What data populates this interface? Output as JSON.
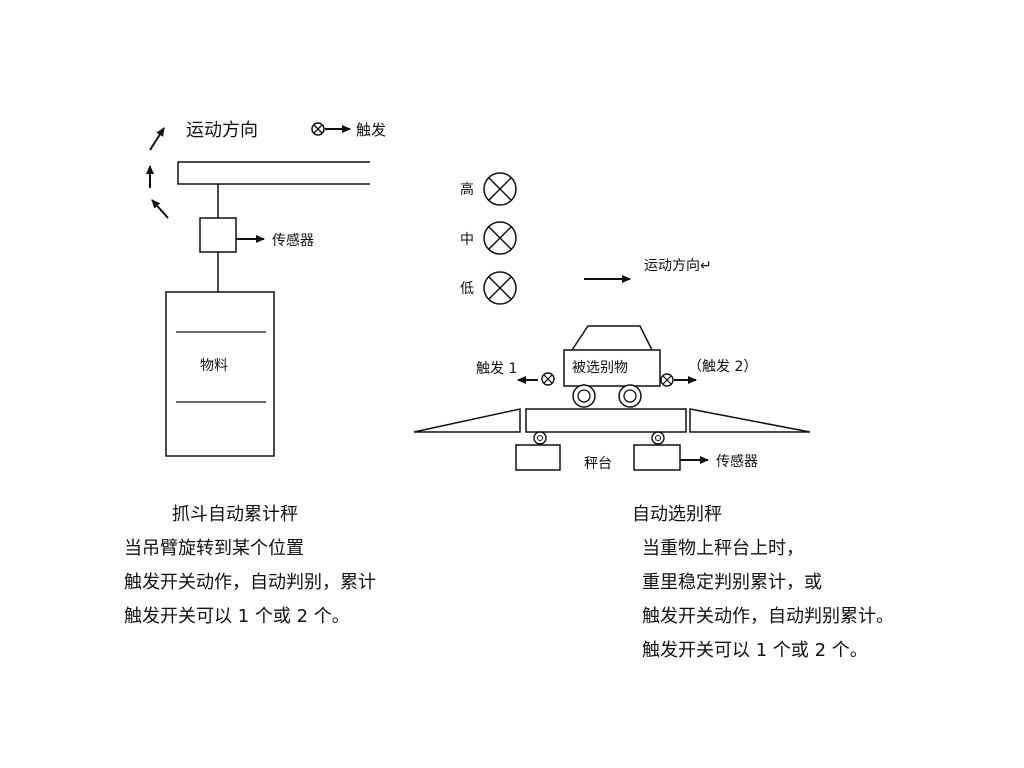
{
  "left_diagram": {
    "motion_label": "运动方向",
    "trigger_legend": "触发",
    "sensor_label": "传感器",
    "material_label": "物料"
  },
  "right_diagram": {
    "level_high": "高",
    "level_mid": "中",
    "level_low": "低",
    "motion_label": "运动方向↵",
    "trigger1_label": "触发 1",
    "trigger2_label": "（触发 2）",
    "object_label": "被选别物",
    "platform_label": "秤台",
    "sensor_label": "传感器"
  },
  "left_caption": {
    "title": "抓斗自动累计秤",
    "lines": [
      "当吊臂旋转到某个位置",
      "触发开关动作，自动判别，累计",
      "触发开关可以 1 个或 2 个。"
    ]
  },
  "right_caption": {
    "title": "自动选别秤",
    "lines": [
      "当重物上秤台上时，",
      "重里稳定判别累计，或",
      "触发开关动作，自动判别累计。",
      "触发开关可以 1 个或 2 个。"
    ]
  }
}
